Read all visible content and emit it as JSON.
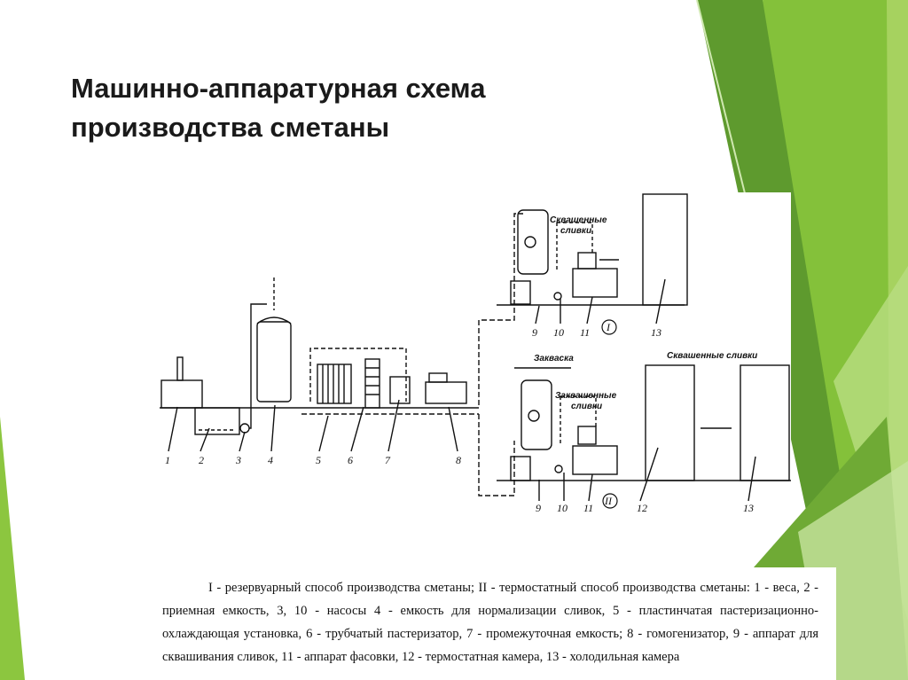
{
  "slide": {
    "title_line1": "Машинно-аппаратурная схема",
    "title_line2": "производства сметаны",
    "colors": {
      "green_dark": "#5e9a2e",
      "green_mid": "#7fbf36",
      "green_light": "#9fd35b",
      "green_pale": "#cbe6a8",
      "background": "#ffffff"
    }
  },
  "diagram": {
    "numbers": [
      "1",
      "2",
      "3",
      "4",
      "5",
      "6",
      "7",
      "8",
      "9",
      "10",
      "11",
      "13",
      "9",
      "10",
      "11",
      "12",
      "13"
    ],
    "marks": [
      "I",
      "II"
    ],
    "text_labels": {
      "top_label": "Сквашенные\nсливки",
      "zakvaska": "Закваска",
      "mid_label": "Заквашенные\nсливки",
      "bottom_label": "Сквашенные сливки"
    }
  },
  "caption": {
    "text": "I - резервуарный способ производства сметаны; II - термостатный способ производства сметаны: 1 - веса, 2 - приемная емкость, 3, 10 - насосы 4 - емкость для нормализации сливок, 5 - пластинчатая пастеризационно-охлаждающая установка, 6 - трубчатый пастеризатор, 7 - промежуточная емкость; 8 - гомогенизатор, 9 - аппарат для сквашивания сливок, 11 - аппарат фасовки, 12 - термостатная камера, 13 - холодильная камера"
  }
}
